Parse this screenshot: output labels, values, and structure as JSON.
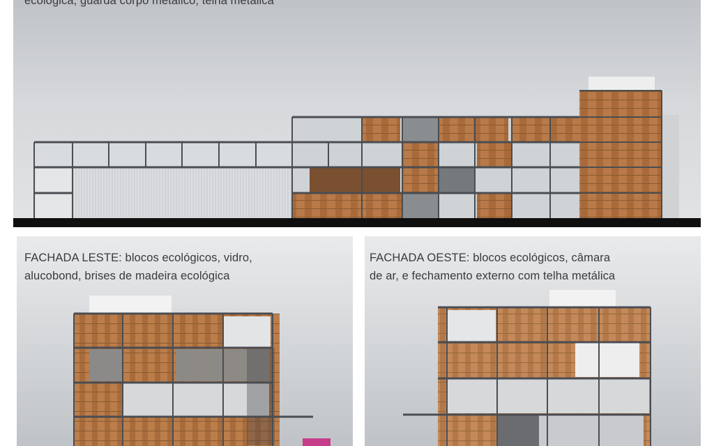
{
  "top_panel": {
    "caption_line": "ecológica, guarda corpo metálico, telha metálica"
  },
  "east_panel": {
    "caption_line1": "FACHADA LESTE: blocos ecológicos, vidro,",
    "caption_line2": "alucobond, brises de madeira ecológica"
  },
  "west_panel": {
    "caption_line1": "FACHADA OESTE: blocos ecológicos, câmara",
    "caption_line2": "de ar, e fechamento externo com telha metálica"
  },
  "colors": {
    "sky": "#c9ccd0",
    "wood": "#b87a48",
    "frame": "#4a4d52",
    "ground": "#0f0f0f",
    "caption": "#3a3a3a"
  }
}
